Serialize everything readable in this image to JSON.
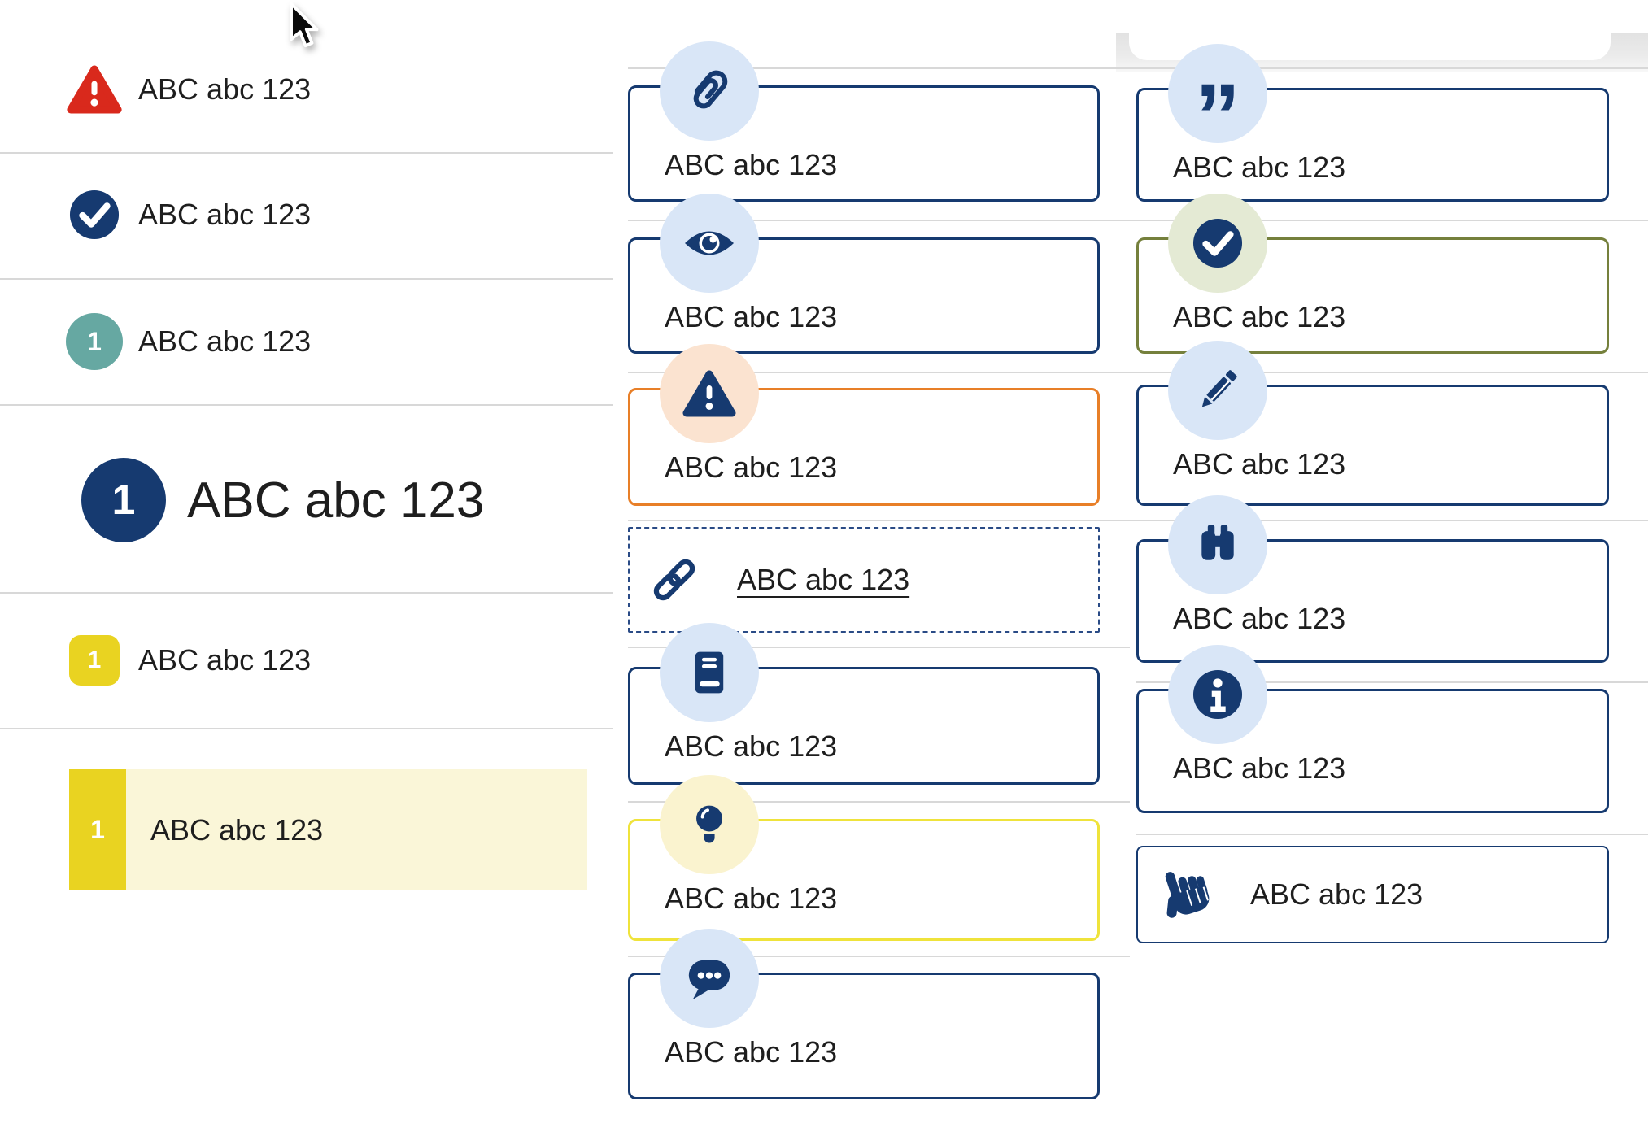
{
  "left_list": {
    "items": [
      {
        "icon": "alert-triangle-icon",
        "label": "ABC abc 123"
      },
      {
        "icon": "check-circle-icon",
        "label": "ABC abc 123"
      },
      {
        "icon": "numbered-circle",
        "badge": "1",
        "label": "ABC abc 123"
      },
      {
        "icon": "numbered-circle-large",
        "badge": "1",
        "label": "ABC abc 123",
        "size": "large"
      },
      {
        "icon": "numbered-square",
        "badge": "1",
        "label": "ABC abc 123"
      },
      {
        "icon": "numbered-bar",
        "badge": "1",
        "label": "ABC abc 123",
        "highlighted": true
      }
    ]
  },
  "middle_callouts": [
    {
      "icon": "paperclip-icon",
      "label": "ABC abc 123",
      "variant": "navy"
    },
    {
      "icon": "eye-icon",
      "label": "ABC abc 123",
      "variant": "navy"
    },
    {
      "icon": "alert-triangle-icon",
      "label": "ABC abc 123",
      "variant": "orange"
    },
    {
      "icon": "link-icon",
      "label": "ABC abc 123",
      "variant": "dashed",
      "is_link": true
    },
    {
      "icon": "book-icon",
      "label": "ABC abc 123",
      "variant": "navy"
    },
    {
      "icon": "lightbulb-icon",
      "label": "ABC abc 123",
      "variant": "yellow"
    },
    {
      "icon": "chat-icon",
      "label": "ABC abc 123",
      "variant": "navy"
    }
  ],
  "right_callouts": [
    {
      "icon": "quote-icon",
      "label": "ABC abc 123",
      "variant": "navy",
      "quote_glyph": "”"
    },
    {
      "icon": "check-circle-icon",
      "label": "ABC abc 123",
      "variant": "olive"
    },
    {
      "icon": "pencil-icon",
      "label": "ABC abc 123",
      "variant": "navy"
    },
    {
      "icon": "binoculars-icon",
      "label": "ABC abc 123",
      "variant": "navy"
    },
    {
      "icon": "info-icon",
      "label": "ABC abc 123",
      "variant": "navy"
    },
    {
      "icon": "hand-pointer-icon",
      "label": "ABC abc 123",
      "variant": "plain"
    }
  ],
  "colors": {
    "navy": "#163a70",
    "red": "#d9291c",
    "orange": "#e87f28",
    "olive": "#75803c",
    "yellow_border": "#efe33b",
    "teal": "#66a8a2",
    "yellow": "#e9d321",
    "highlight_bg": "#faf6d8",
    "icon_blue_bg": "#d9e6f7",
    "icon_peach_bg": "#fbe3d0",
    "icon_cream_bg": "#faf3cf",
    "icon_sage_bg": "#e4ead4",
    "divider": "#d8d8d8",
    "text": "#1e1e1e"
  }
}
